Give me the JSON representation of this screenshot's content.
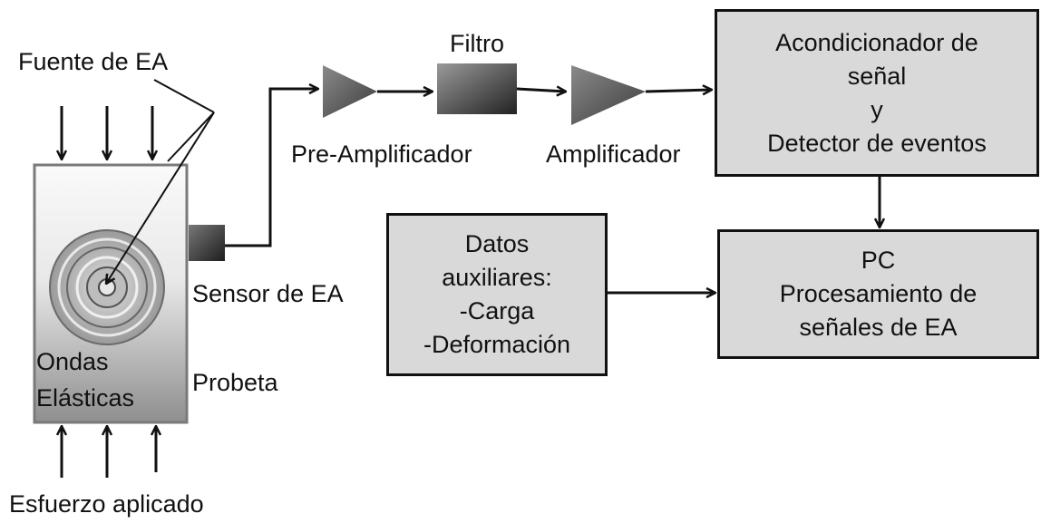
{
  "labels": {
    "fuente": "Fuente de EA",
    "filtro": "Filtro",
    "preamp": "Pre-Amplificador",
    "amp": "Amplificador",
    "sensor": "Sensor de EA",
    "probeta": "Probeta",
    "ondas_line1": "Ondas",
    "ondas_line2": "Elásticas",
    "esfuerzo": "Esfuerzo aplicado"
  },
  "boxes": {
    "acondicionador": [
      "Acondicionador de",
      "señal",
      "y",
      "Detector de eventos"
    ],
    "pc": [
      "PC",
      "Procesamiento de",
      "señales de EA"
    ],
    "datos": [
      "Datos",
      "auxiliares:",
      "-Carga",
      "-Deformación"
    ]
  },
  "colors": {
    "box_fill": "#d9d9d9",
    "line": "#111111",
    "component_dark": "#3a3a3a",
    "component_light": "#8c8c8c"
  }
}
